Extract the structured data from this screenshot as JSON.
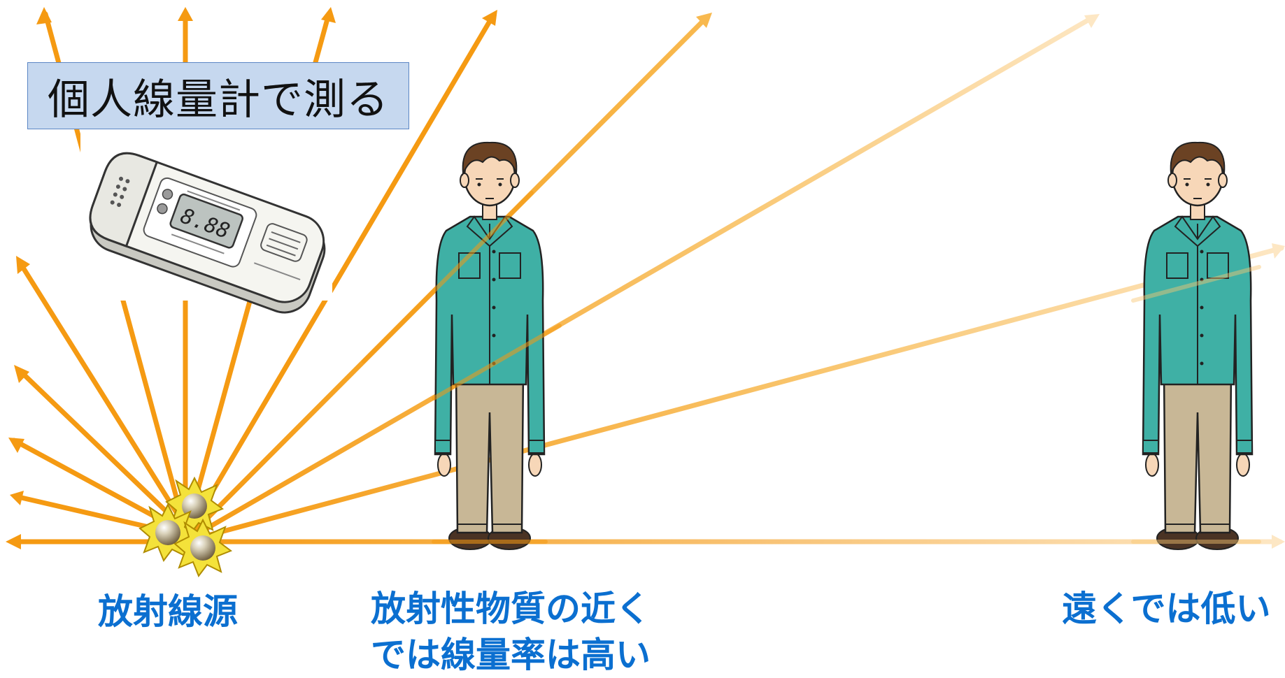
{
  "title": "個人線量計で測る",
  "dosimeter": {
    "display": "8.88"
  },
  "labels": {
    "source": "放射線源",
    "near_line1": "放射性物質の近く",
    "near_line2": "では線量率は高い",
    "far": "遠くでは低い"
  },
  "colors": {
    "ray": "#f59a12",
    "ray_faded": "#fde7c4",
    "label": "#0b6fd0",
    "title_bg": "#c6d8ef",
    "title_border": "#5b86c4",
    "shirt": "#3fb0a5",
    "pants": "#c8b796",
    "source_star": "#f4e23a"
  }
}
